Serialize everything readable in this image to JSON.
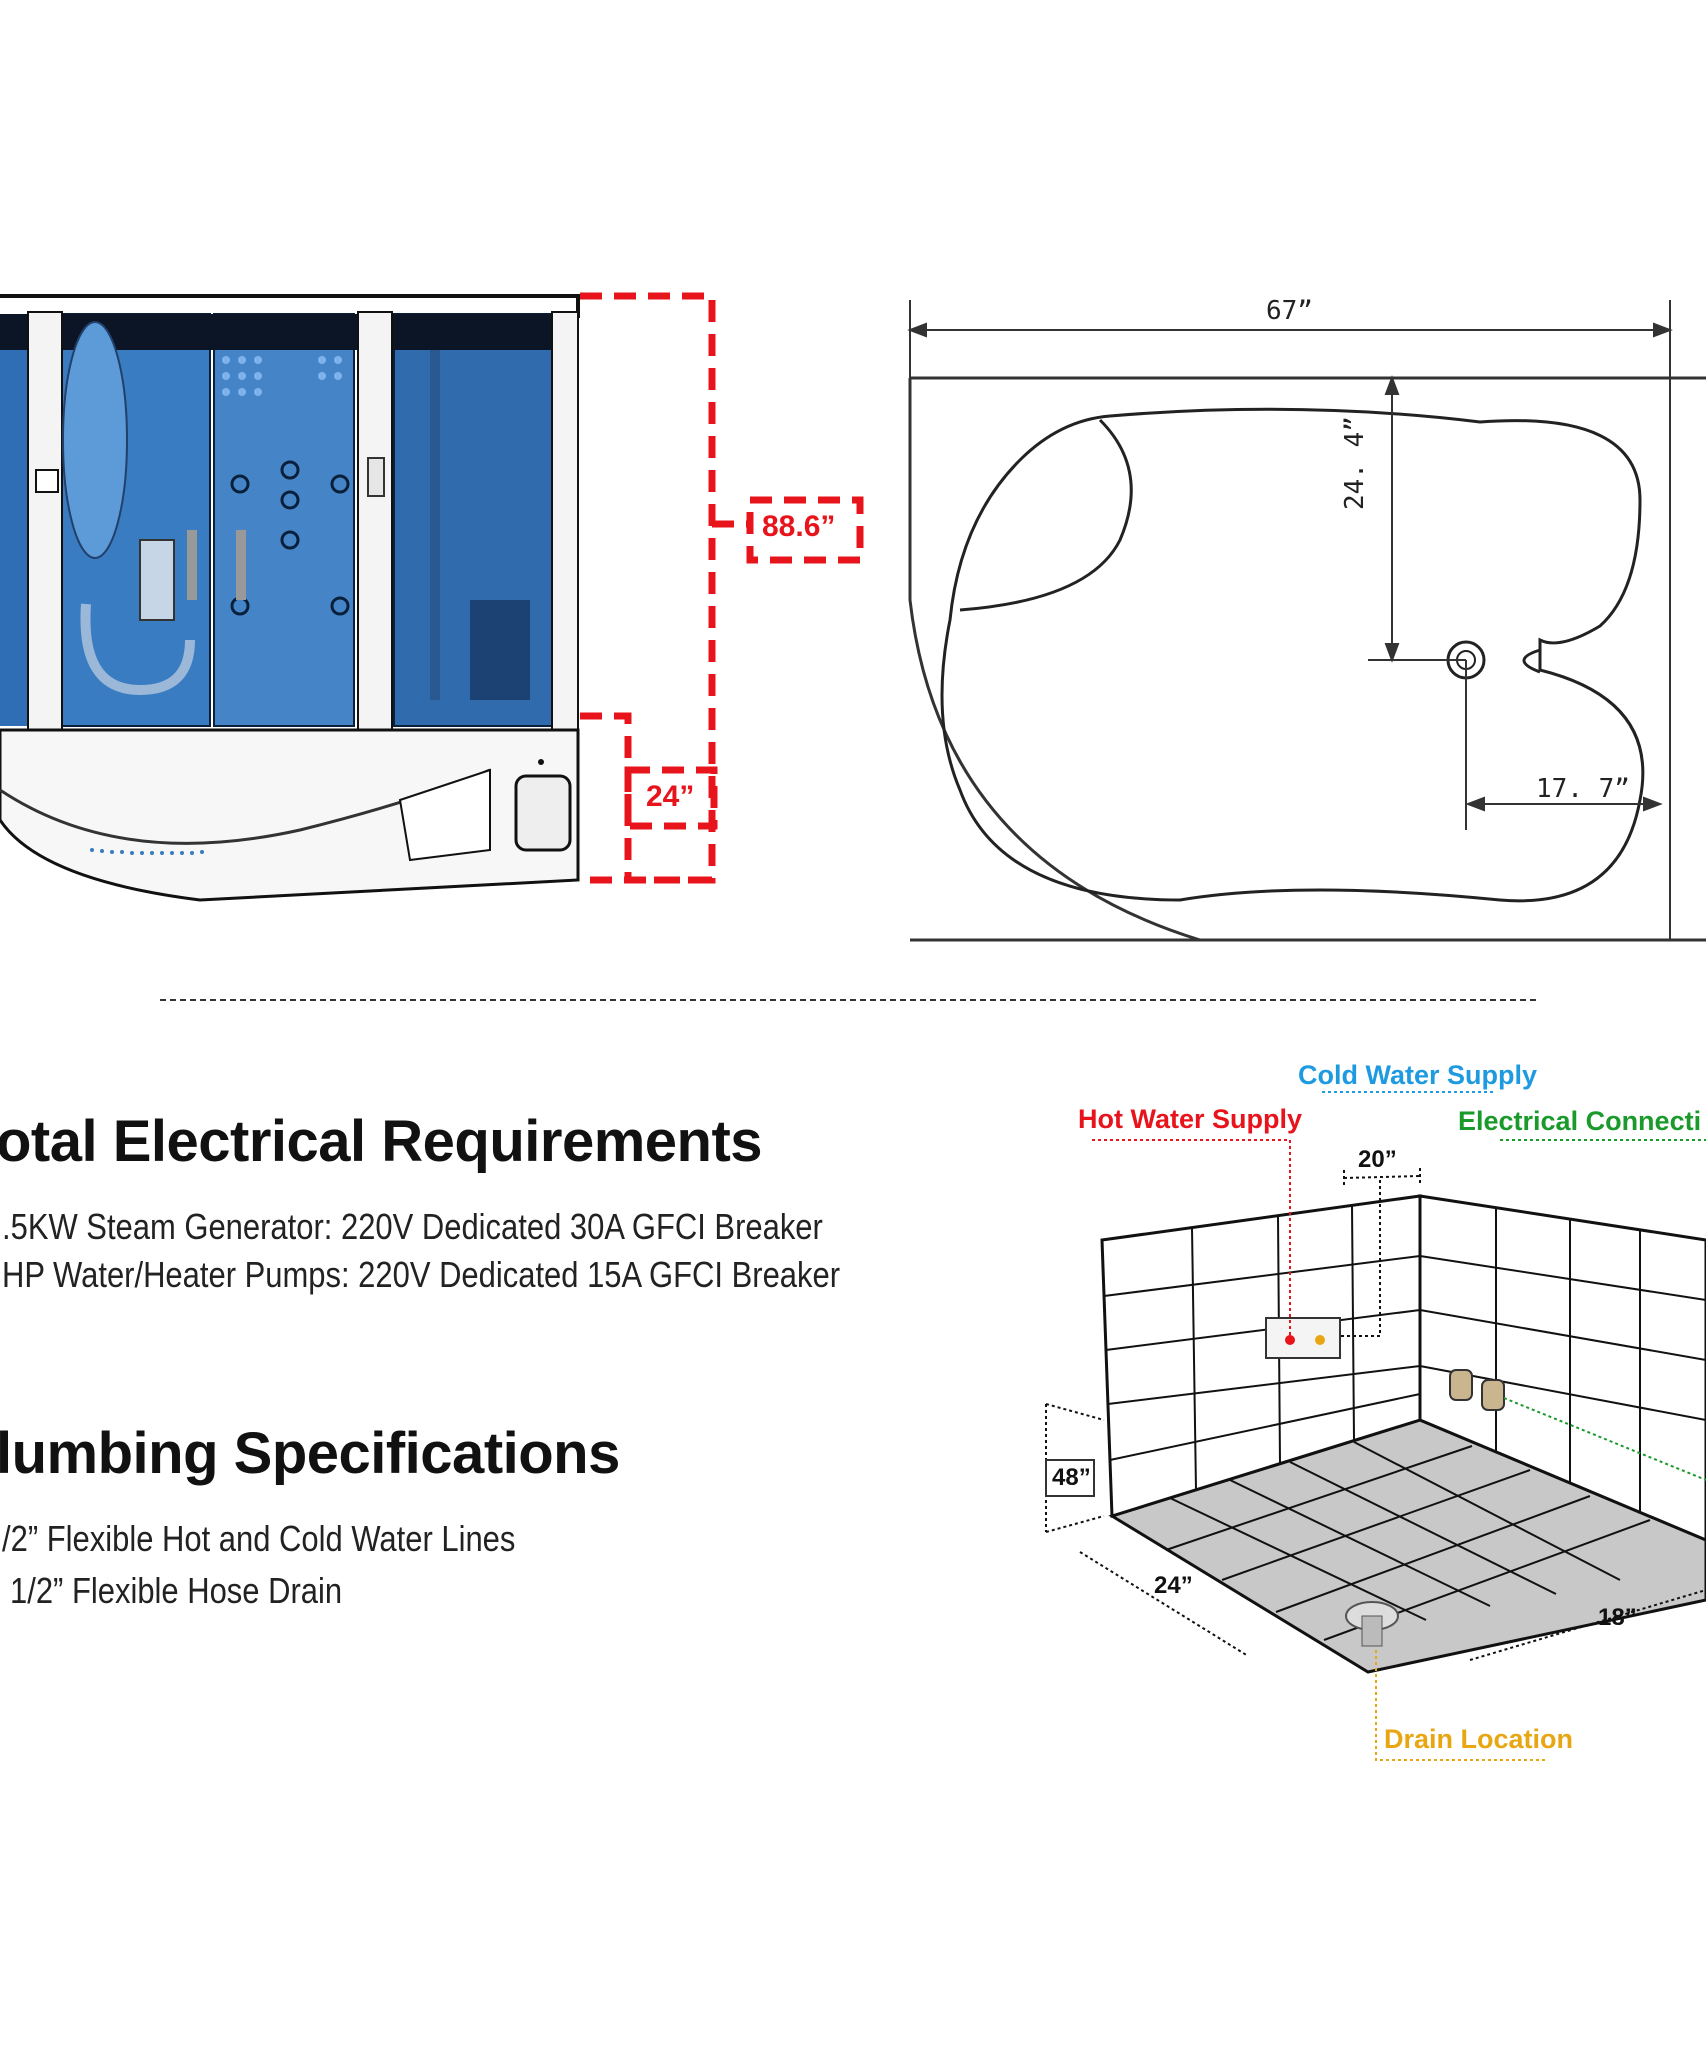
{
  "shower_front_view": {
    "height_dim": "88.6”",
    "base_height_dim": "24”",
    "dimension_color": "#e8141b",
    "glass_color": "#3a73b8"
  },
  "tub_plan_view": {
    "width_dim": "67”",
    "depth_dim": "24. 4”",
    "drain_offset_dim": "17. 7”"
  },
  "electrical": {
    "heading": "otal Electrical Requirements",
    "lines": [
      ".5KW Steam Generator: 220V Dedicated 30A GFCI Breaker",
      "HP Water/Heater Pumps: 220V Dedicated 15A GFCI Breaker"
    ]
  },
  "plumbing": {
    "heading": "lumbing Specifications",
    "lines": [
      "/2” Flexible Hot and Cold Water Lines",
      "1/2” Flexible Hose Drain"
    ]
  },
  "rough_in_diagram": {
    "cold_water_label": "Cold Water Supply",
    "hot_water_label": "Hot Water Supply",
    "electrical_label": "Electrical Connecti",
    "drain_label": "Drain Location",
    "dim_supply_spacing": "20”",
    "dim_height": "48”",
    "dim_left": "24”",
    "dim_right": "18”",
    "colors": {
      "cold": "#1e9be0",
      "hot": "#e8141b",
      "electrical": "#1a9a2a",
      "drain": "#e8a712"
    }
  }
}
